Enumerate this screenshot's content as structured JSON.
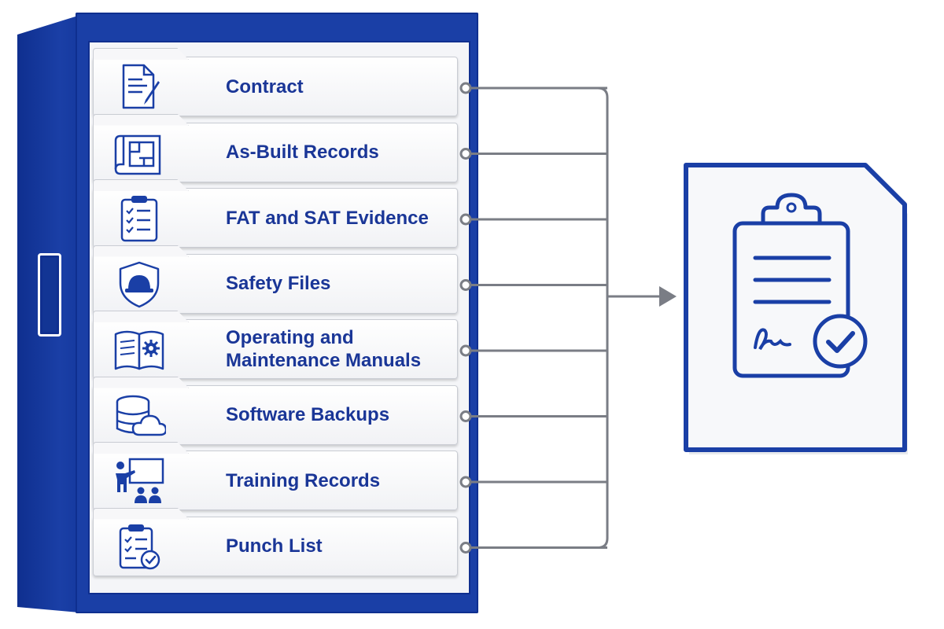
{
  "folders": [
    {
      "label": "Contract",
      "icon": "contract-document-icon"
    },
    {
      "label": "As-Built Records",
      "icon": "blueprint-icon"
    },
    {
      "label": "FAT and SAT Evidence",
      "icon": "checklist-clipboard-icon"
    },
    {
      "label": "Safety Files",
      "icon": "safety-helmet-shield-icon"
    },
    {
      "label": "Operating and\nMaintenance Manuals",
      "icon": "manual-book-gear-icon"
    },
    {
      "label": "Software Backups",
      "icon": "database-cloud-icon"
    },
    {
      "label": "Training Records",
      "icon": "trainer-presentation-icon"
    },
    {
      "label": "Punch List",
      "icon": "punch-list-clipboard-icon"
    }
  ],
  "output_document": {
    "icon": "signed-clipboard-check-icon"
  },
  "colors": {
    "brand_blue": "#1a3fa6",
    "text_blue": "#1a3697",
    "connector_gray": "#7a7d85"
  }
}
